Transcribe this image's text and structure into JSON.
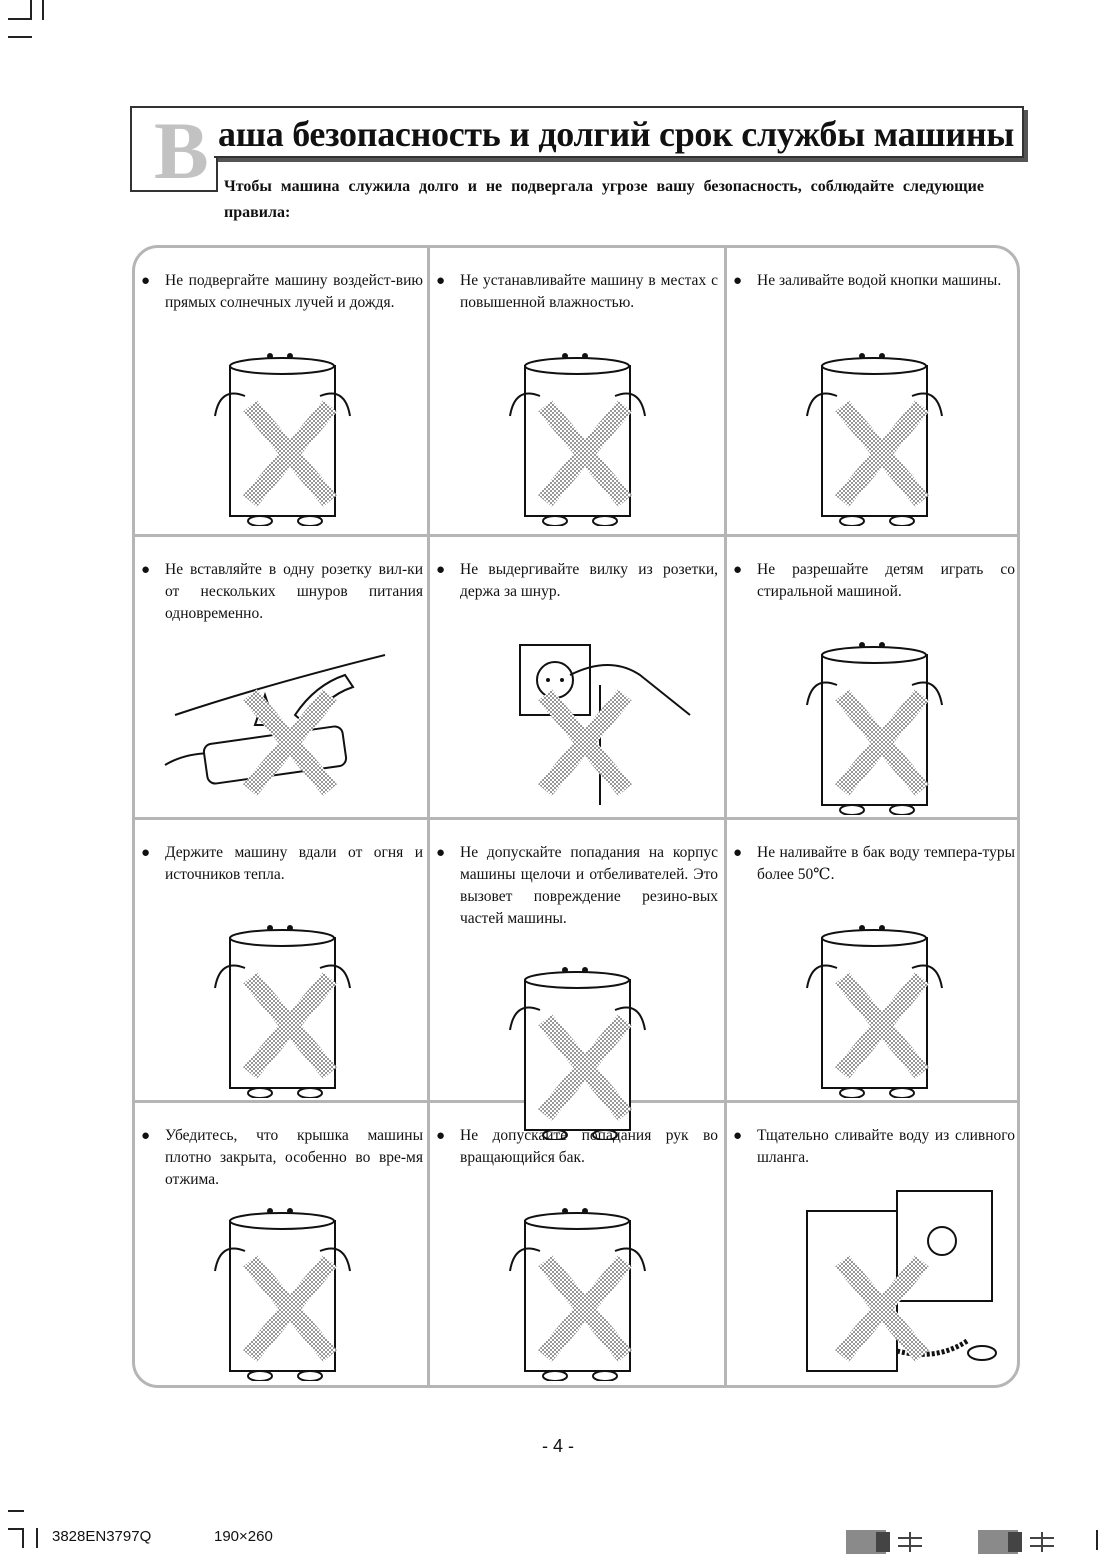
{
  "header": {
    "initial": "В",
    "title_rest": "аша безопасность и долгий срок службы машины",
    "subtitle": "Чтобы машина служила долго и не подвергала угрозе вашу безопасность, соблюдайте следующие правила:"
  },
  "rules": [
    {
      "text": "Не подвергайте машину воздейст-вию прямых солнечных лучей и дождя.",
      "icon": "sun-rain-washer-icon"
    },
    {
      "text": "Не устанавливайте машину в местах с повышенной влажностью.",
      "icon": "humid-washer-icon"
    },
    {
      "text": "Не заливайте водой кнопки машины.",
      "icon": "water-splash-washer-icon"
    },
    {
      "text": "Не вставляйте в одну розетку вил-ки от нескольких шнуров питания одновременно.",
      "icon": "power-strip-icon"
    },
    {
      "text": "Не выдергивайте вилку из розетки, держа за шнур.",
      "icon": "plug-socket-icon"
    },
    {
      "text": "Не разрешайте детям играть со стиральной машиной.",
      "icon": "child-washer-icon"
    },
    {
      "text": "Держите машину вдали от огня и источников тепла.",
      "icon": "fire-washer-icon"
    },
    {
      "text": "Не допускайте попадания на корпус машины щелочи и отбеливателей. Это вызовет повреждение резино-вых частей машины.",
      "icon": "chemicals-washer-icon"
    },
    {
      "text": "Не наливайте в бак воду темпера-туры более 50℃.",
      "icon": "hot-water-washer-icon"
    },
    {
      "text": "Убедитесь, что крышка машины плотно закрыта, особенно во вре-мя отжима.",
      "icon": "lid-closed-washer-icon"
    },
    {
      "text": "Не допускайте попадания рук во вращающийся бак.",
      "icon": "hand-in-drum-icon"
    },
    {
      "text": "Тщательно сливайте воду из сливного шланга.",
      "icon": "drain-hose-icon"
    }
  ],
  "bullet": "●",
  "footer": {
    "page_number": "- 4 -",
    "code": "3828EN3797Q",
    "size": "190×260"
  }
}
